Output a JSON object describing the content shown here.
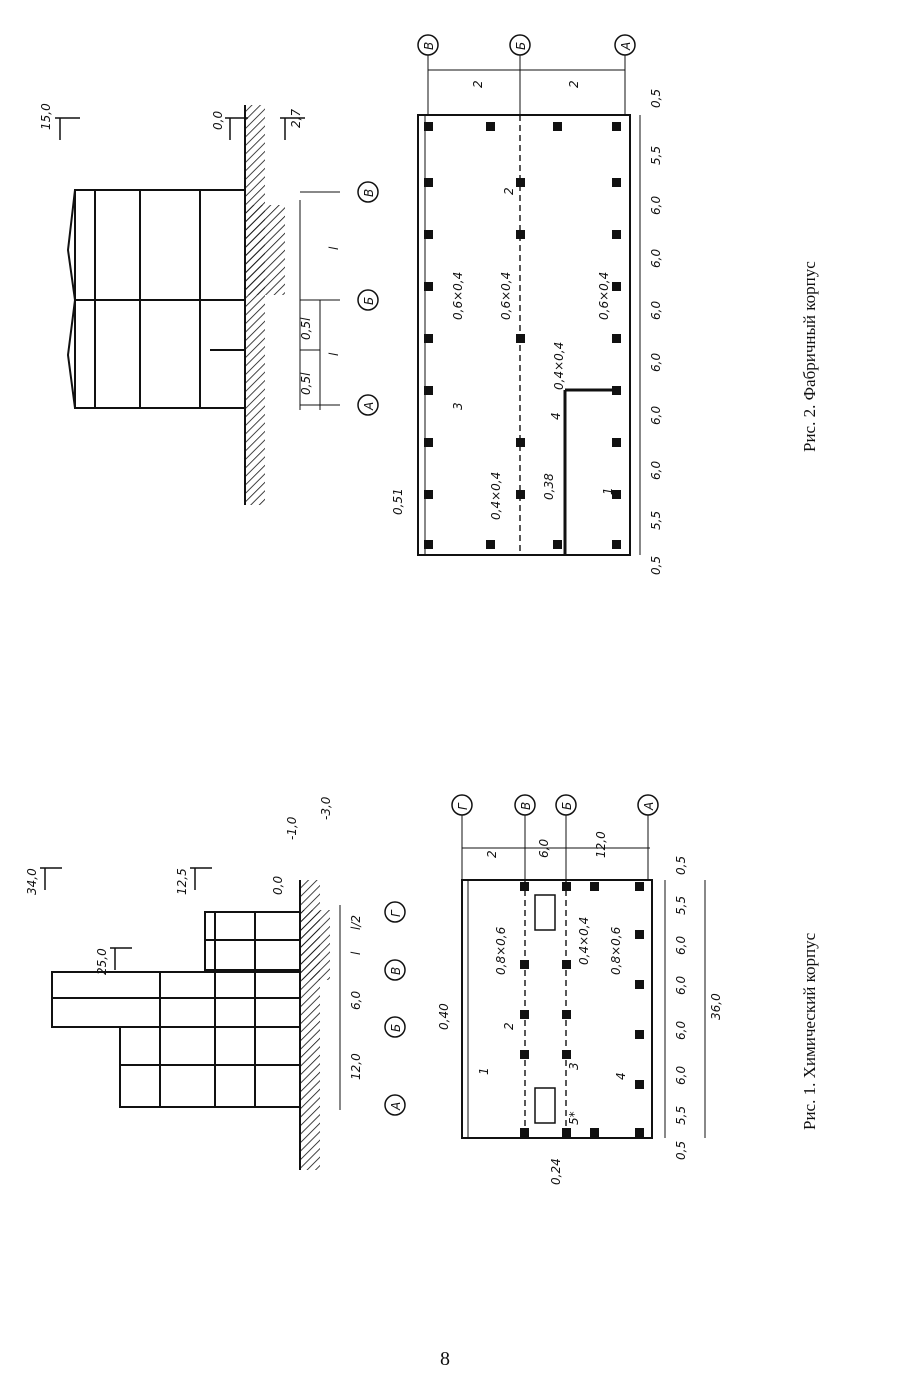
{
  "page_number": "8",
  "figure1": {
    "caption": "Рис. 1. Химический корпус",
    "section": {
      "levels": [
        "34,0",
        "25,0",
        "12,5",
        "0,0",
        "-1,0",
        "-3,0"
      ],
      "axes": [
        "А",
        "Б",
        "В",
        "Г"
      ],
      "spans": [
        "12,0",
        "6,0",
        "l",
        "l/2"
      ]
    },
    "plan": {
      "axes": [
        "Г",
        "В",
        "Б",
        "А"
      ],
      "spans": [
        "2",
        "6,0",
        "12,0"
      ],
      "bays": [
        "0,5",
        "5,5",
        "6,0",
        "6,0",
        "6,0",
        "6,0",
        "5,5",
        "0,5"
      ],
      "total": "36,0",
      "wall_label": "0,40",
      "bottom_label": "0,24",
      "column_labels": [
        "0,8×0,6",
        "0,8×0,6",
        "0,4×0,4"
      ],
      "markers": [
        "1",
        "2",
        "3",
        "4",
        "5*"
      ]
    }
  },
  "figure2": {
    "caption": "Рис. 2. Фабричный корпус",
    "section": {
      "levels": [
        "15,0",
        "0,0",
        "2,7"
      ],
      "axes": [
        "А",
        "Б",
        "В"
      ],
      "spans": [
        "l",
        "l",
        "0,5l",
        "0,5l"
      ]
    },
    "plan": {
      "axes": [
        "В",
        "Б",
        "А"
      ],
      "spans": [
        "2",
        "2"
      ],
      "bays": [
        "0,5",
        "5,5",
        "6,0",
        "6,0",
        "6,0",
        "6,0",
        "6,0",
        "6,0",
        "5,5",
        "0,5"
      ],
      "wall_label": "0,51",
      "column_labels": [
        "0,6×0,4",
        "0,6×0,4",
        "0,6×0,4",
        "0,4×0,4",
        "0,4×0,4",
        "0,38"
      ],
      "markers": [
        "1",
        "2",
        "3",
        "4"
      ]
    }
  }
}
